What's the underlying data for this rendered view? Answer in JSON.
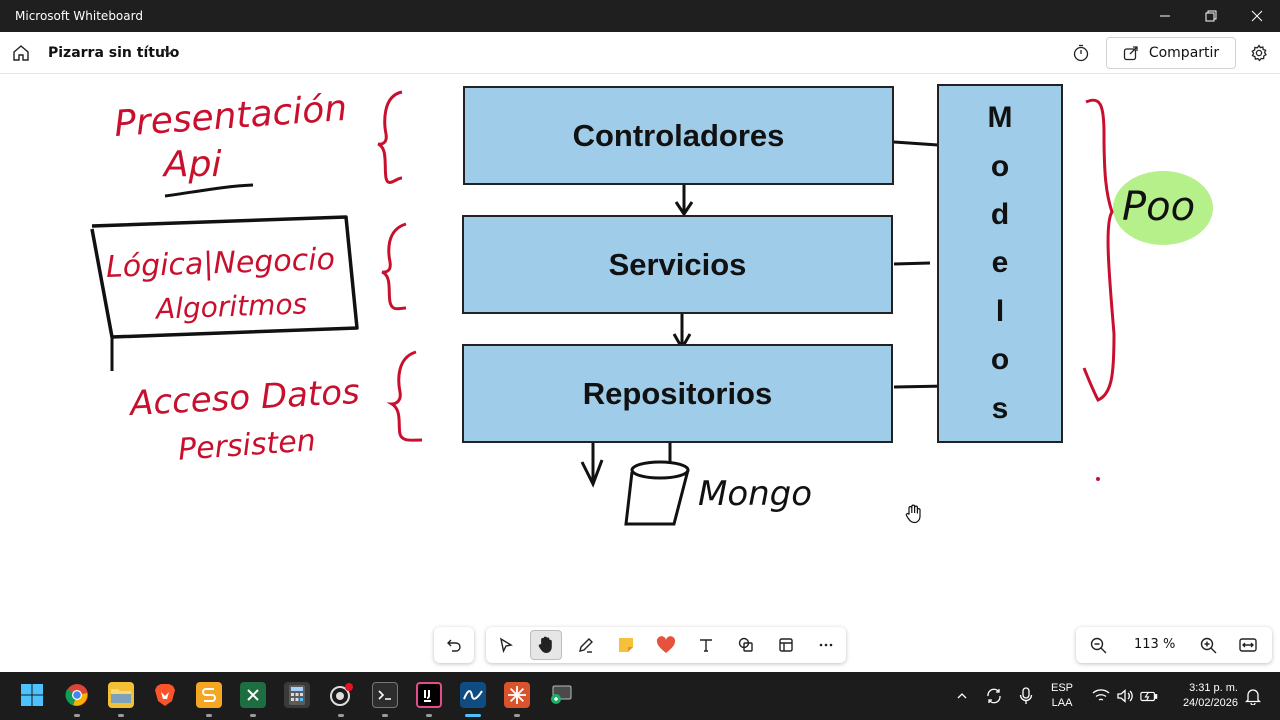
{
  "window": {
    "title": "Microsoft Whiteboard"
  },
  "header": {
    "board_title": "Pizarra sin título",
    "share_label": "Compartir"
  },
  "diagram": {
    "layers": [
      "Controladores",
      "Servicios",
      "Repositorios"
    ],
    "models_letters": [
      "M",
      "o",
      "d",
      "e",
      "l",
      "o",
      "s"
    ],
    "handwritten": {
      "presentation": "Presentación",
      "api": "Api",
      "logic": "Lógica|Negocio",
      "algorithms": "Algoritmos",
      "access": "Acceso Datos",
      "persist": "Persisten",
      "poo": "Poo",
      "db": "Mongo"
    },
    "colors": {
      "box_fill": "#9ecce9",
      "ink_red": "#c8102e",
      "highlight_green": "#b6f08a"
    }
  },
  "zoom": {
    "level": "113 %"
  },
  "taskbar": {
    "language": "ESP",
    "region": "LAA",
    "time": "3:31 p. m.",
    "date": "24/02/2026"
  }
}
